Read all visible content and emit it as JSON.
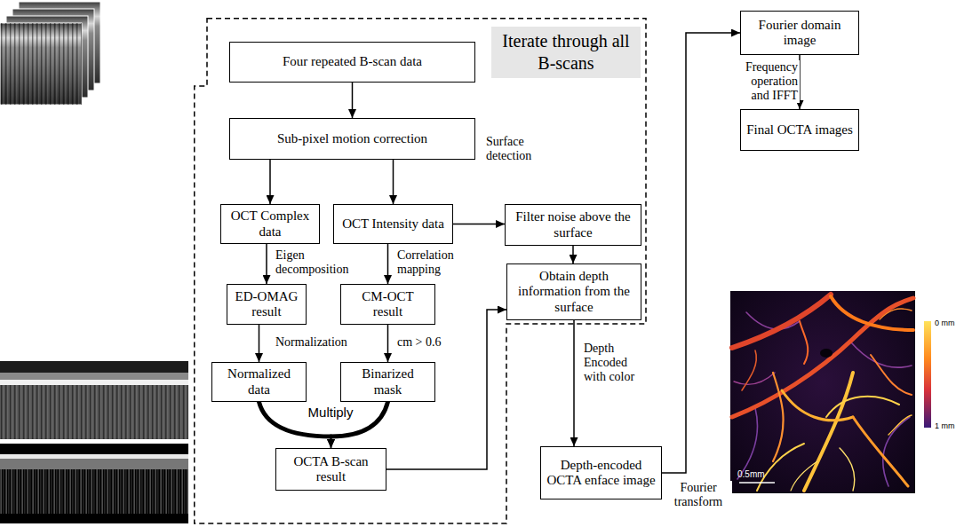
{
  "diagram": {
    "nodes": [
      {
        "text": [
          "Iterate through all B-scans"
        ]
      },
      {
        "text": [
          "Four repeated B-scan data"
        ],
        "in": 0
      },
      {
        "text": [
          "Sub-pixel motion correction"
        ],
        "in": 0
      },
      {
        "text": [
          "OCT Complex data"
        ],
        "in": 0
      },
      {
        "text": [
          "OCT Intensity data"
        ],
        "in": 0
      },
      {
        "text": [
          "Filter noise above the surface"
        ],
        "in": 0
      },
      {
        "text": [
          "Obtain depth information from the surface"
        ],
        "in": 0
      },
      {
        "text": [
          "ED-OMAG result"
        ],
        "in": 0
      },
      {
        "text": [
          "CM-OCT result"
        ],
        "in": 0
      },
      {
        "text": [
          "Normalized data"
        ],
        "in": 0
      },
      {
        "text": [
          "Binarized mask"
        ],
        "in": 0
      },
      {
        "text": [
          "OCTA B-scan result"
        ],
        "in": 0
      },
      {
        "text": [
          "Depth-encoded OCTA enface image"
        ]
      },
      {
        "text": [
          "Fourier domain image"
        ]
      },
      {
        "text": [
          "Final OCTA images"
        ]
      }
    ],
    "edges": [
      {
        "from": 1,
        "to": 2,
        "arrow": "to"
      },
      {
        "from": 2,
        "to": 3,
        "arrow": "to"
      },
      {
        "from": 2,
        "to": 4,
        "arrow": "to"
      },
      {
        "from": 3,
        "to": 7,
        "label": "Eigen decomposition",
        "arrow": "to"
      },
      {
        "from": 4,
        "to": 8,
        "label": "Correlation mapping",
        "arrow": "to"
      },
      {
        "from": 4,
        "to": 5,
        "label": "Surface detection",
        "arrow": "to"
      },
      {
        "from": 5,
        "to": 6,
        "arrow": "to"
      },
      {
        "from": 7,
        "to": 9,
        "label": "Normalization",
        "arrow": "to"
      },
      {
        "from": 8,
        "to": 10,
        "label": "cm > 0.6",
        "arrow": "to"
      },
      {
        "from": 9,
        "to": 11,
        "arrow": "to"
      },
      {
        "from": 10,
        "to": 11,
        "arrow": "to"
      },
      {
        "from": 11,
        "to": 6,
        "arrow": "to"
      },
      {
        "from": 6,
        "to": 12,
        "label": "Depth Encoded with color",
        "arrow": "to"
      },
      {
        "from": 12,
        "to": 13,
        "label": "Fourier transform",
        "arrow": "to"
      },
      {
        "from": 13,
        "to": 14,
        "label": "Frequency operation and IFFT",
        "arrow": "to"
      }
    ],
    "labels": [
      "Multiply",
      "0.5mm",
      "0 mm",
      "1 mm"
    ]
  }
}
